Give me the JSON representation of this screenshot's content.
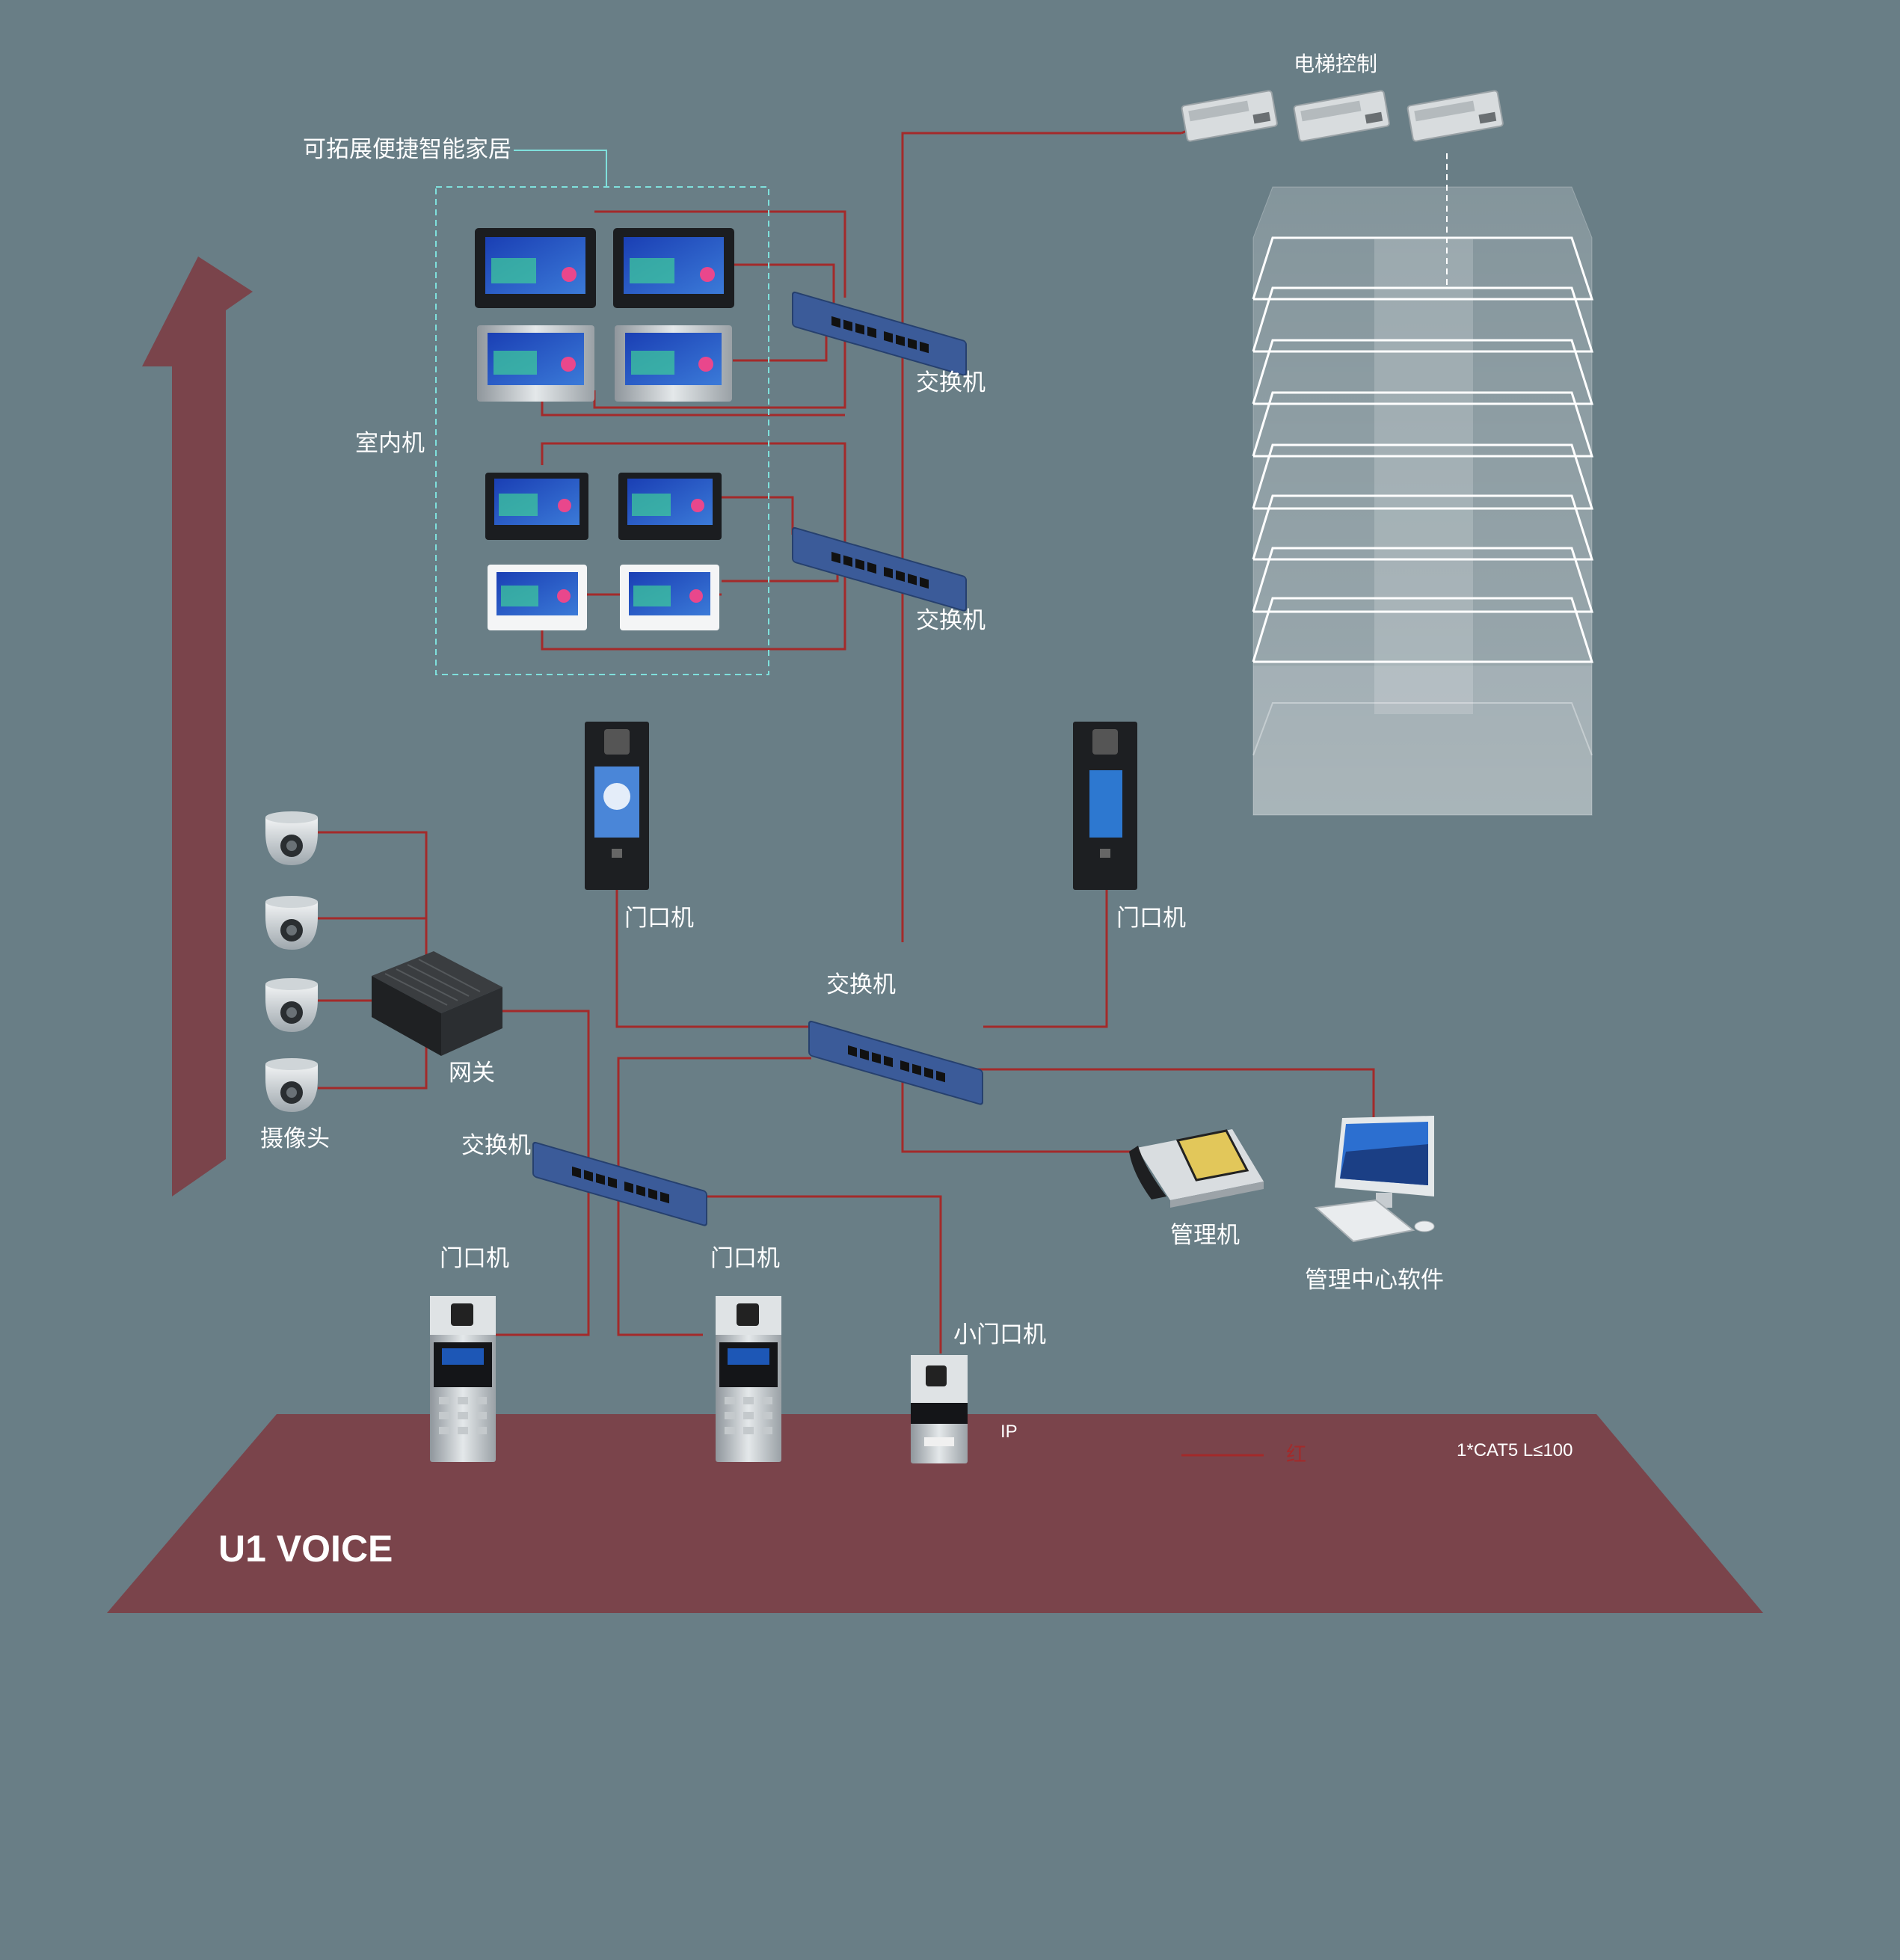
{
  "colors": {
    "background": "#697e86",
    "brand": "#7a444b",
    "cable": "#a32a2a",
    "dashed_box": "#7fe0dc",
    "switch_blue": "#3b5b99"
  },
  "labels": {
    "elevator_control": "电梯控制",
    "smart_home": "可拓展便捷智能家居",
    "indoor_unit": "室内机",
    "switch_1": "交换机",
    "switch_2": "交换机",
    "switch_3": "交换机",
    "switch_4": "交换机",
    "door_unit_1": "门口机",
    "door_unit_2": "门口机",
    "door_unit_3": "门口机",
    "door_unit_4": "门口机",
    "small_door_unit": "小门口机",
    "gateway": "网关",
    "camera": "摄像头",
    "management_unit": "管理机",
    "management_software": "管理中心软件",
    "ip": "IP",
    "legend_red": "红",
    "legend_cable": "1*CAT5 L≤100",
    "brand_title": "U1 VOICE"
  },
  "icons": {
    "indoor_monitor": "indoor-monitor-icon",
    "network_switch": "network-switch-icon",
    "door_station": "door-station-icon",
    "dome_camera": "dome-camera-icon",
    "gateway_box": "gateway-box-icon",
    "elevator_module": "elevator-module-icon",
    "management_phone": "management-phone-icon",
    "computer": "computer-icon",
    "building": "building-icon",
    "arrow": "up-arrow-icon"
  }
}
